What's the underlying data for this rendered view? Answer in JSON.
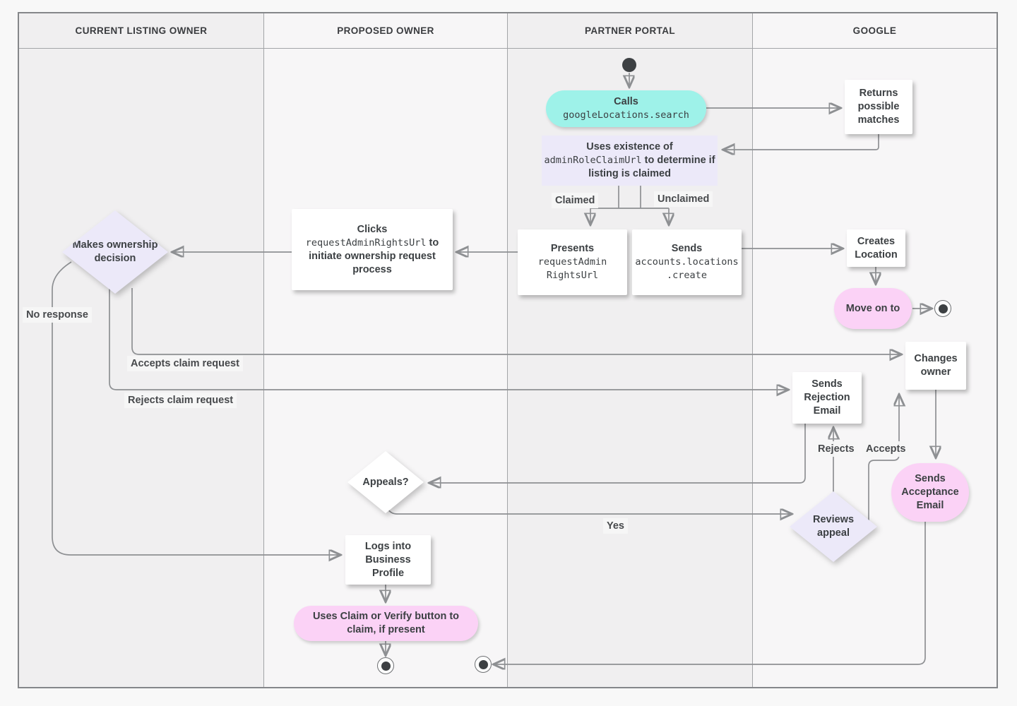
{
  "lanes": [
    {
      "label": "CURRENT LISTING OWNER"
    },
    {
      "label": "PROPOSED OWNER"
    },
    {
      "label": "PARTNER PORTAL"
    },
    {
      "label": "GOOGLE"
    }
  ],
  "nodes": {
    "calls": {
      "title": "Calls",
      "code": "googleLocations.search"
    },
    "returns_matches": {
      "label": "Returns possible matches"
    },
    "uses_existence": {
      "pre": "Uses existence of",
      "code": "adminRoleClaimUrl",
      "post": "to determine if listing is claimed"
    },
    "presents": {
      "title": "Presents",
      "code_line1": "requestAdmin",
      "code_line2": "RightsUrl"
    },
    "sends_create": {
      "title": "Sends",
      "code_line1": "accounts.locations",
      "code_line2": ".create"
    },
    "clicks": {
      "pre": "Clicks",
      "code": "requestAdminRightsUrl",
      "post": "to initiate ownership request process"
    },
    "makes_decision": {
      "label": "Makes ownership decision"
    },
    "creates_location": {
      "label": "Creates Location"
    },
    "move_on": {
      "label": "Move on to"
    },
    "changes_owner": {
      "label": "Changes owner"
    },
    "sends_rejection": {
      "label": "Sends Rejection Email"
    },
    "sends_acceptance": {
      "label": "Sends Acceptance Email"
    },
    "reviews_appeal": {
      "label": "Reviews appeal"
    },
    "appeals": {
      "label": "Appeals?"
    },
    "logs_in": {
      "label": "Logs into Business Profile"
    },
    "claim_verify": {
      "label": "Uses Claim or Verify button to claim, if present"
    }
  },
  "edge_labels": {
    "claimed": "Claimed",
    "unclaimed": "Unclaimed",
    "no_response": "No response",
    "accepts_claim": "Accepts claim request",
    "rejects_claim": "Rejects claim request",
    "rejects": "Rejects",
    "accepts": "Accepts",
    "yes": "Yes"
  },
  "colors": {
    "teal_node": "#9ef2e9",
    "lavender_node": "#ece9f9",
    "pink_node": "#fbd2f6",
    "white_node": "#ffffff",
    "connector": "#8e9093",
    "text": "#3c4043",
    "lane_dark": "#f0eff0",
    "lane_light": "#f7f6f7"
  }
}
